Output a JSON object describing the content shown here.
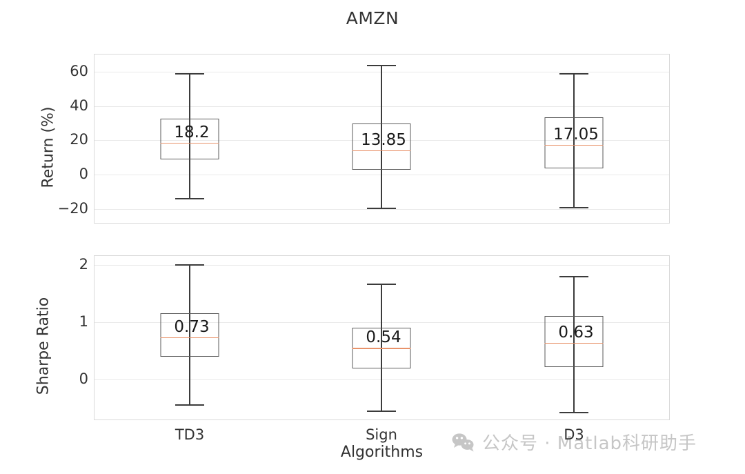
{
  "figure": {
    "title": "AMZN",
    "watermark": {
      "icon": "wechat-icon",
      "text": "公众号 · Matlab科研助手"
    }
  },
  "chart_data": {
    "type": "box",
    "title": "AMZN",
    "xlabel": "Algorithms",
    "categories": [
      "TD3",
      "Sign",
      "D3"
    ],
    "grid": true,
    "legend": false,
    "subplots": [
      {
        "name": "return-subplot",
        "ylabel": "Return (%)",
        "ylim": [
          -29,
          70
        ],
        "yticks": [
          60,
          40,
          20,
          0,
          -20
        ],
        "ytick_labels": [
          "60",
          "40",
          "20",
          "0",
          "−20"
        ],
        "boxes": [
          {
            "category": "TD3",
            "whisker_low": -14.0,
            "q1": 8.5,
            "median": 18.2,
            "q3": 32.0,
            "whisker_high": 58.8,
            "median_label": "18.2"
          },
          {
            "category": "Sign",
            "whisker_low": -19.6,
            "q1": 2.3,
            "median": 13.85,
            "q3": 29.4,
            "whisker_high": 63.5,
            "median_label": "13.85"
          },
          {
            "category": "D3",
            "whisker_low": -19.4,
            "q1": 3.1,
            "median": 17.05,
            "q3": 32.8,
            "whisker_high": 58.6,
            "median_label": "17.05"
          }
        ]
      },
      {
        "name": "sharpe-subplot",
        "ylabel": "Sharpe Ratio",
        "ylim": [
          -0.72,
          2.16
        ],
        "yticks": [
          2,
          1,
          0
        ],
        "ytick_labels": [
          "2",
          "1",
          "0"
        ],
        "boxes": [
          {
            "category": "TD3",
            "whisker_low": -0.44,
            "q1": 0.39,
            "median": 0.73,
            "q3": 1.15,
            "whisker_high": 2.0,
            "median_label": "0.73"
          },
          {
            "category": "Sign",
            "whisker_low": -0.55,
            "q1": 0.18,
            "median": 0.54,
            "q3": 0.9,
            "whisker_high": 1.66,
            "median_label": "0.54"
          },
          {
            "category": "D3",
            "whisker_low": -0.58,
            "q1": 0.21,
            "median": 0.63,
            "q3": 1.1,
            "whisker_high": 1.8,
            "median_label": "0.63"
          }
        ]
      }
    ],
    "colors": {
      "box_edge": "#5a5a5a",
      "median": "#e8926a",
      "whisker": "#3b3b3b",
      "grid": "#e9e9e9",
      "text": "#333333"
    }
  }
}
